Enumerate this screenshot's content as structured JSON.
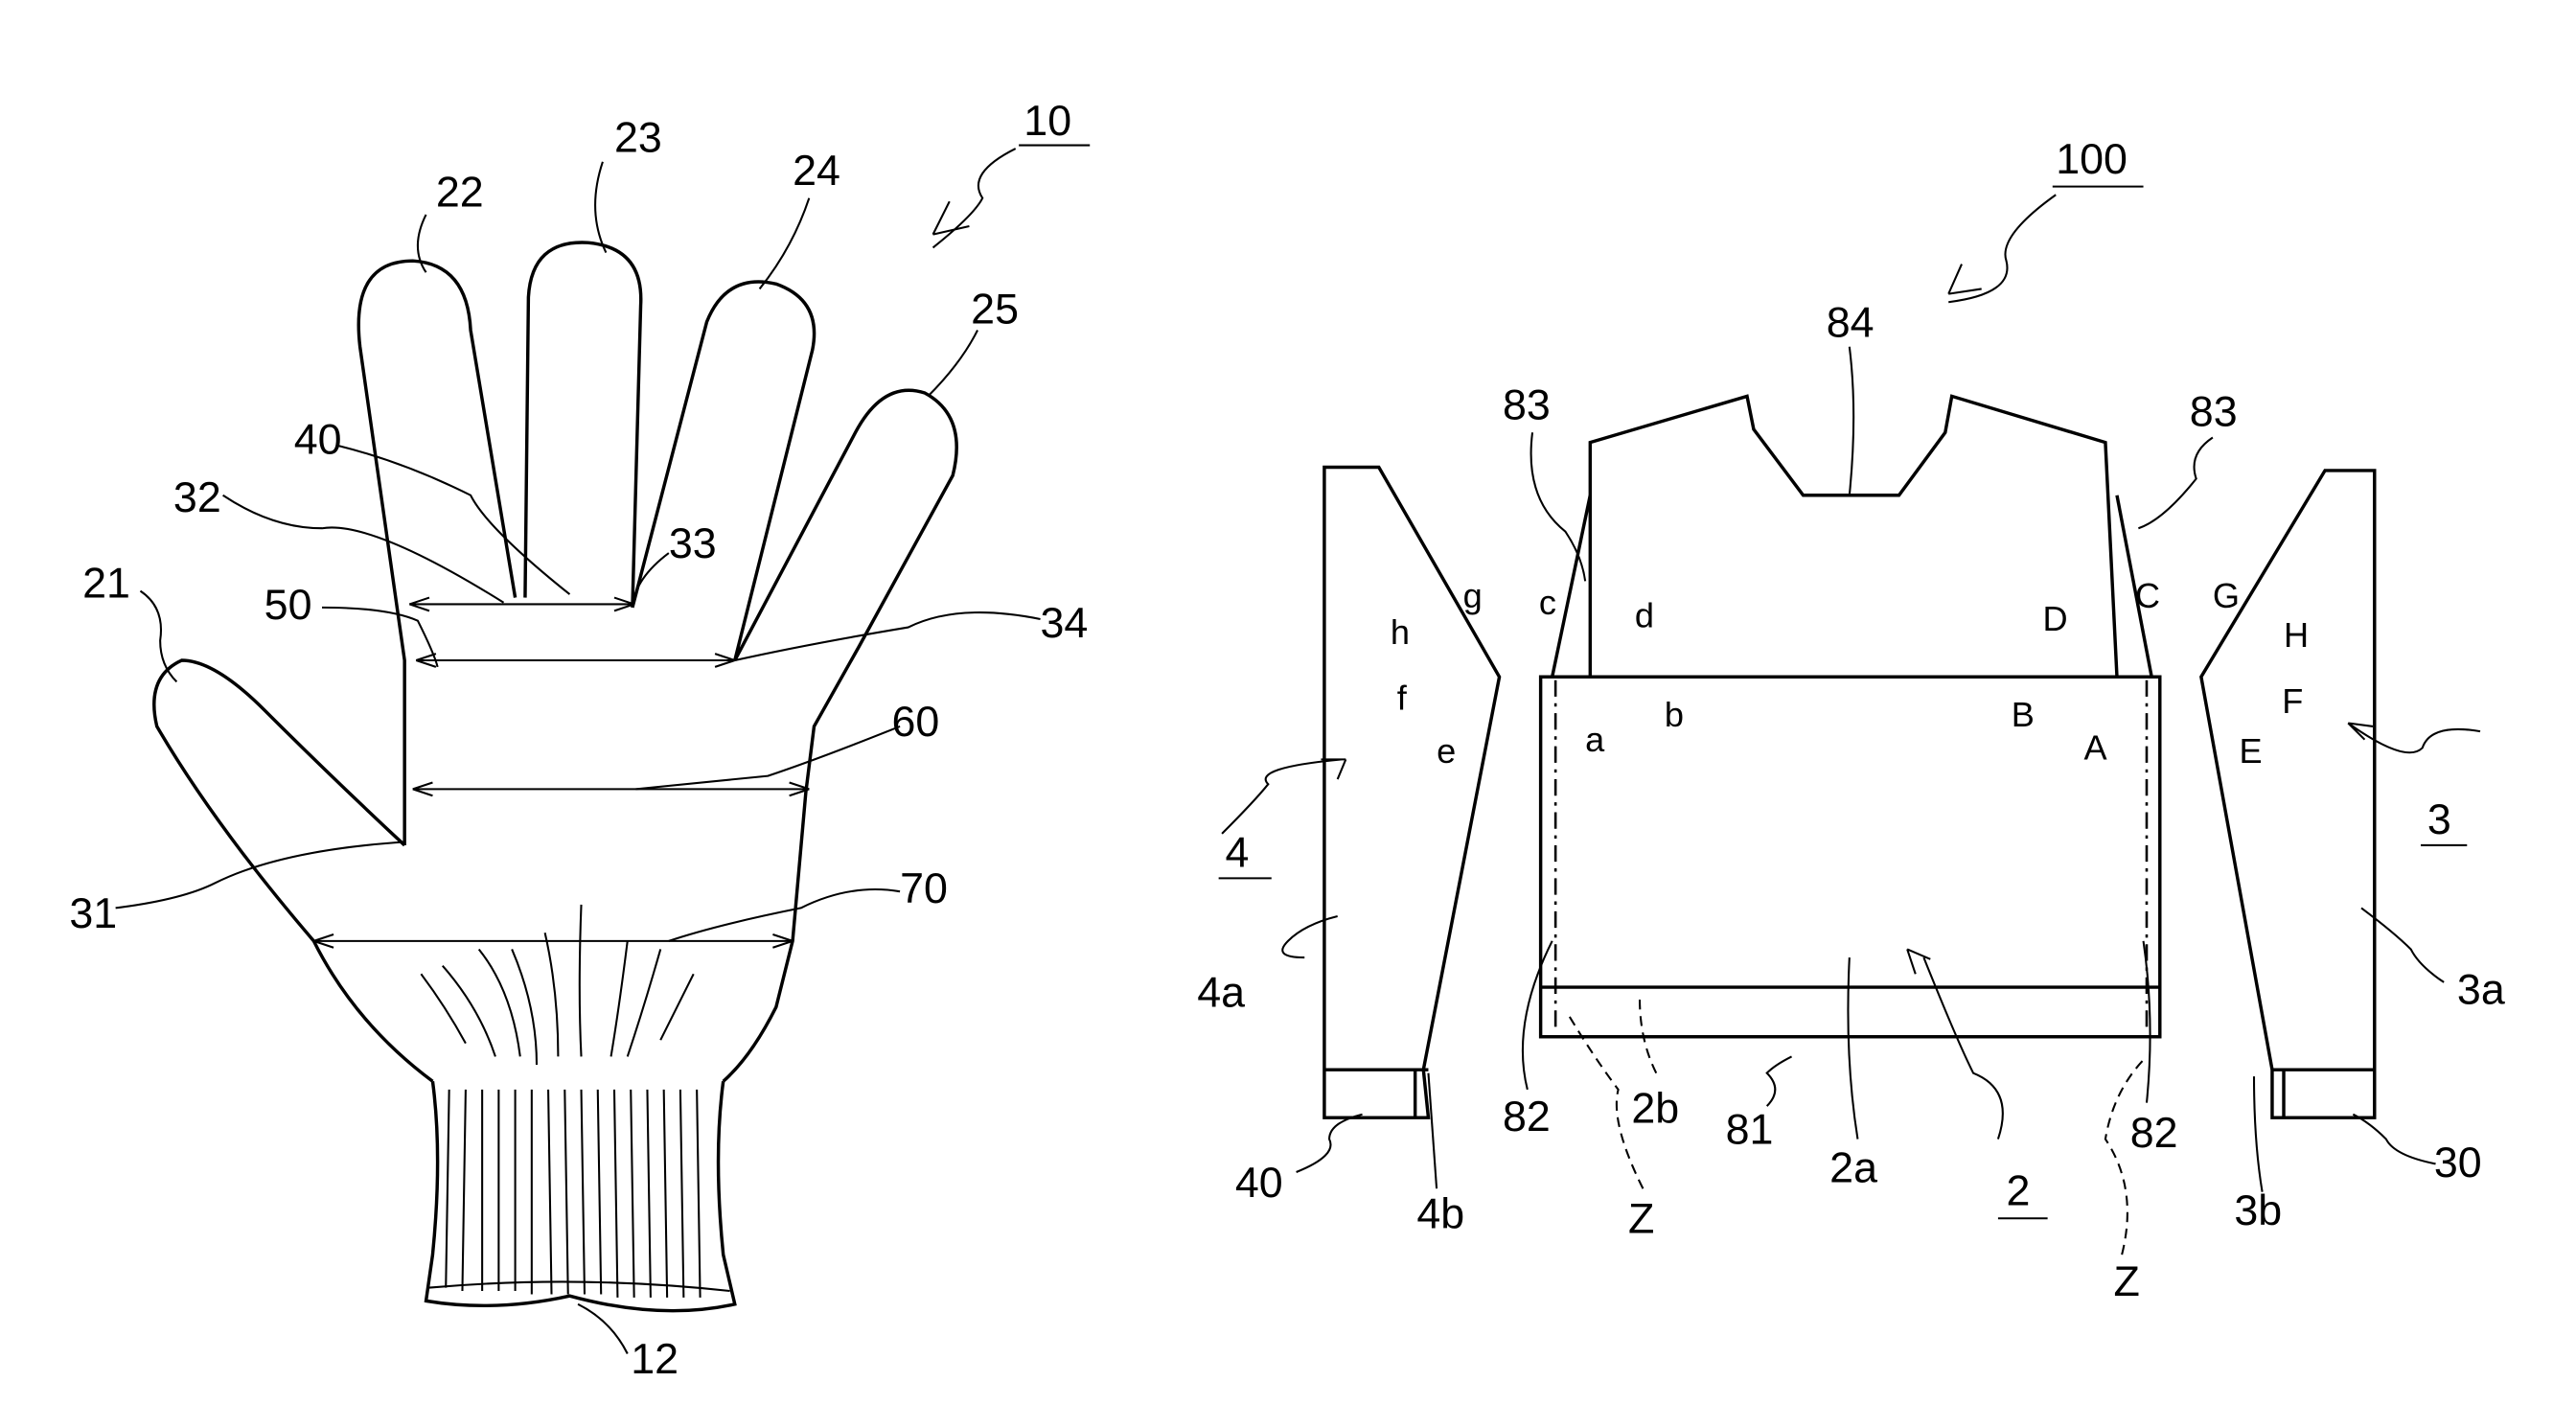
{
  "glove": {
    "ref": "10",
    "labels": {
      "thumb": "21",
      "index": "22",
      "middle": "23",
      "ring": "24",
      "little": "25",
      "crotch31": "31",
      "crotch32": "32",
      "crotch33": "33",
      "crotch34": "34",
      "w40": "40",
      "w50": "50",
      "w60": "60",
      "w70": "70",
      "cuff": "12"
    }
  },
  "pattern": {
    "ref": "100",
    "labels": {
      "neck": "84",
      "shoulder_left": "83",
      "shoulder_right": "83",
      "body": "2",
      "body_a": "2a",
      "body_b": "2b",
      "hem": "81",
      "seam_left": "82",
      "seam_right": "82",
      "z_left": "Z",
      "z_right": "Z",
      "sleeve_left": "4",
      "sleeve_left_a": "4a",
      "sleeve_left_b": "4b",
      "cuff_left": "40",
      "sleeve_right": "3",
      "sleeve_right_a": "3a",
      "sleeve_right_b": "3b",
      "cuff_right": "30",
      "pa": "a",
      "pb": "b",
      "pc": "c",
      "pd": "d",
      "pe": "e",
      "pf": "f",
      "pg": "g",
      "ph": "h",
      "pA": "A",
      "pB": "B",
      "pC": "C",
      "pD": "D",
      "pE": "E",
      "pF": "F",
      "pG": "G",
      "pH": "H"
    }
  }
}
